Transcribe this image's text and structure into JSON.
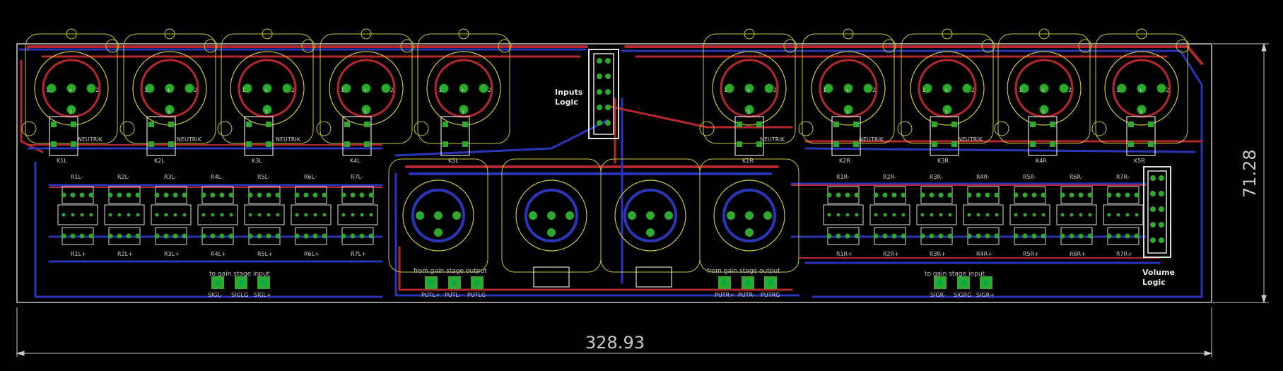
{
  "dimensions": {
    "width_label": "328.93",
    "height_label": "71.28"
  },
  "labels": {
    "inputs_logic": [
      "Inputs",
      "Logic"
    ],
    "volume_logic": [
      "Volume",
      "Logic"
    ],
    "to_gain_left": "to gain stage input",
    "from_gain_left": "from gain stage output",
    "from_gain_right": "from gain stage output",
    "to_gain_right": "to gain stage input"
  },
  "pads": {
    "sigl": [
      "SIGL-",
      "SIGLG",
      "SIGL+"
    ],
    "putl": [
      "PUTL+",
      "PUTL-",
      "PUTLG"
    ],
    "putr": [
      "PUTR+",
      "PUTR-",
      "PUTRG"
    ],
    "sigr": [
      "SIGR-",
      "SIGRG",
      "SIGR+"
    ]
  },
  "relays_left": [
    "K1L",
    "K2L",
    "K3L",
    "K4L",
    "K5L"
  ],
  "relays_right": [
    "K1R",
    "K2R",
    "K3R",
    "K4R",
    "K5R"
  ],
  "xlr_pin_labels": [
    "1",
    "+",
    "2",
    "3"
  ],
  "neutrik_label": "NEUTRIK",
  "resistor_labels_left_top": [
    "R1L-",
    "R2L-",
    "R3L-",
    "R4L-",
    "R5L-",
    "R6L-",
    "R7L-"
  ],
  "resistor_labels_left_bottom": [
    "R1L+",
    "R2L+",
    "R3L+",
    "R4L+",
    "R5L+",
    "R6L+",
    "R7L+"
  ],
  "resistor_labels_right_top": [
    "R1R-",
    "R2R-",
    "R3R-",
    "R4R-",
    "R5R-",
    "R6R-",
    "R7R-"
  ],
  "resistor_labels_right_bottom": [
    "R1R+",
    "R2R+",
    "R3R+",
    "R4R+",
    "R5R+",
    "R6R+",
    "R7R+"
  ],
  "colors": {
    "background": "#000000",
    "top_copper": "#b4282d",
    "bottom_copper": "#2b35b8",
    "silkscreen": "#c8c830",
    "pad": "#2ea82e",
    "board_outline": "#c8c8c8",
    "dimension": "#c8c8c8"
  }
}
